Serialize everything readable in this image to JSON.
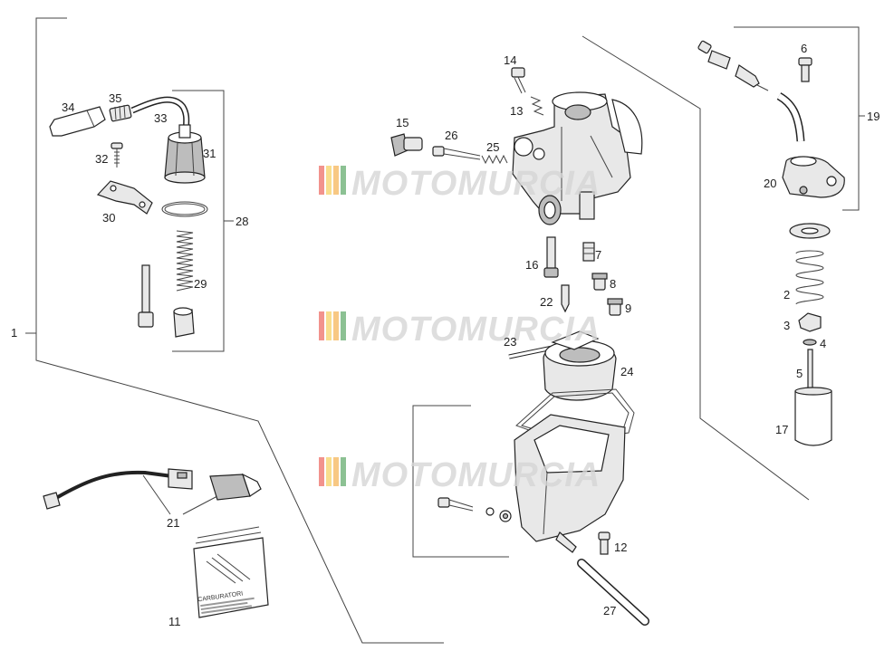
{
  "watermark": {
    "text": "MOTOMURCIA",
    "stripe_colors": [
      "#e83b2f",
      "#f2c230",
      "#f39a1d",
      "#2d8e3a"
    ]
  },
  "manual": {
    "title": "CARBURATORI"
  },
  "callouts": [
    "1",
    "2",
    "3",
    "4",
    "5",
    "6",
    "7",
    "8",
    "9",
    "11",
    "12",
    "13",
    "14",
    "15",
    "16",
    "17",
    "19",
    "20",
    "21",
    "22",
    "23",
    "24",
    "25",
    "26",
    "27",
    "28",
    "29",
    "30",
    "31",
    "32",
    "33",
    "34",
    "35"
  ]
}
